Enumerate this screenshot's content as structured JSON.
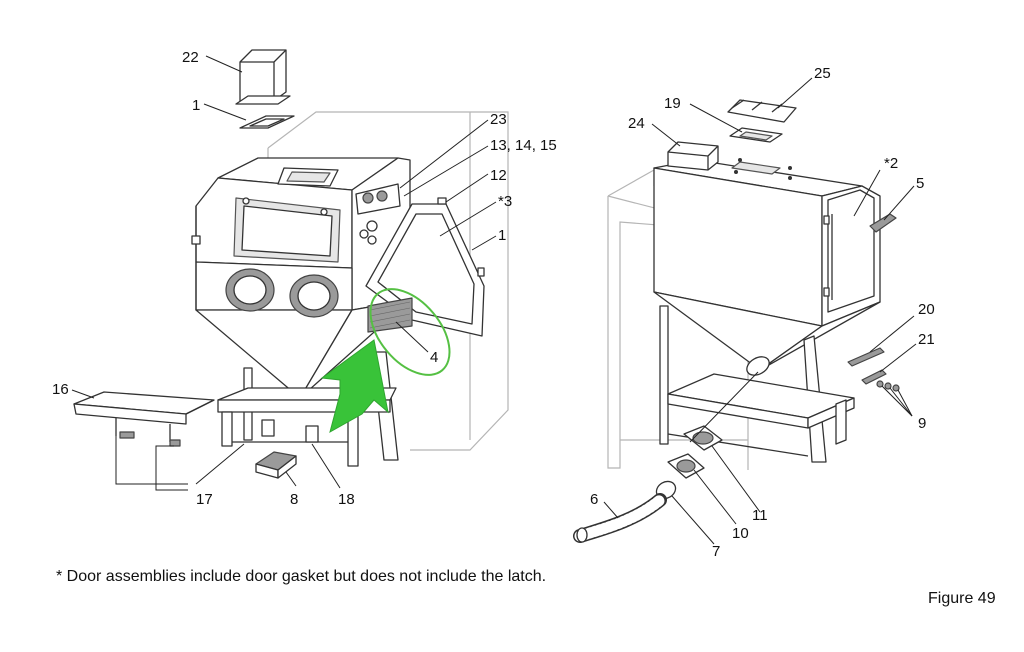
{
  "callouts_left": [
    "22",
    "1",
    "23",
    "13, 14, 15",
    "12",
    "*3",
    "1",
    "4",
    "16",
    "17",
    "8",
    "18"
  ],
  "callouts_right": [
    "25",
    "19",
    "24",
    "*2",
    "5",
    "20",
    "21",
    "9",
    "11",
    "10",
    "6",
    "7"
  ],
  "footnote": "* Door assemblies include door gasket but does not include the latch.",
  "figure_label": "Figure 49",
  "colors": {
    "highlight_ellipse": "#55c043",
    "arrow": "#39c339",
    "line": "#333333"
  }
}
